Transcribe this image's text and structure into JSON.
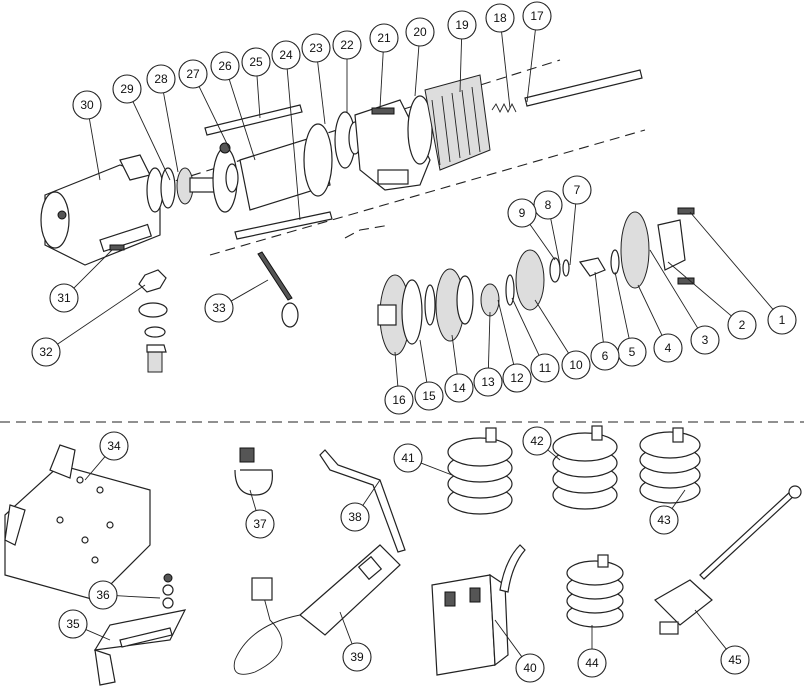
{
  "callouts": [
    {
      "id": "1"
    },
    {
      "id": "2"
    },
    {
      "id": "3"
    },
    {
      "id": "4"
    },
    {
      "id": "5"
    },
    {
      "id": "6"
    },
    {
      "id": "7"
    },
    {
      "id": "8"
    },
    {
      "id": "9"
    },
    {
      "id": "10"
    },
    {
      "id": "11"
    },
    {
      "id": "12"
    },
    {
      "id": "13"
    },
    {
      "id": "14"
    },
    {
      "id": "15"
    },
    {
      "id": "16"
    },
    {
      "id": "17"
    },
    {
      "id": "18"
    },
    {
      "id": "19"
    },
    {
      "id": "20"
    },
    {
      "id": "21"
    },
    {
      "id": "22"
    },
    {
      "id": "23"
    },
    {
      "id": "24"
    },
    {
      "id": "25"
    },
    {
      "id": "26"
    },
    {
      "id": "27"
    },
    {
      "id": "28"
    },
    {
      "id": "29"
    },
    {
      "id": "30"
    },
    {
      "id": "31"
    },
    {
      "id": "32"
    },
    {
      "id": "33"
    },
    {
      "id": "34"
    },
    {
      "id": "35"
    },
    {
      "id": "36"
    },
    {
      "id": "37"
    },
    {
      "id": "38"
    },
    {
      "id": "39"
    },
    {
      "id": "40"
    },
    {
      "id": "41"
    },
    {
      "id": "42"
    },
    {
      "id": "43"
    },
    {
      "id": "44"
    },
    {
      "id": "45"
    }
  ]
}
